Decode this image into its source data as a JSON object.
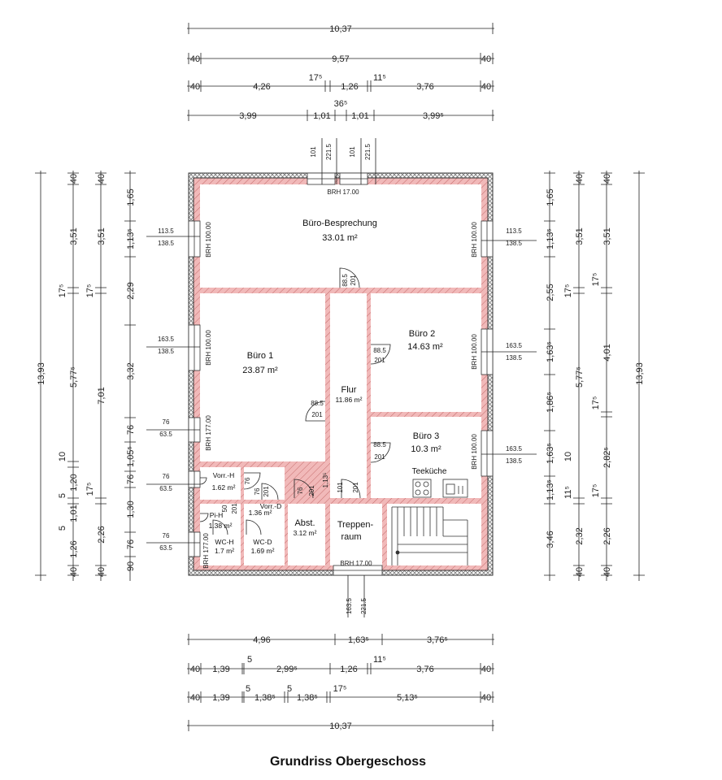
{
  "title": "Grundriss Obergeschoss",
  "colors": {
    "wall_fill": "#f1b9b9",
    "wall_hatch": "#c46b6b",
    "ink": "#222222"
  },
  "rooms": {
    "buero_besprechung": {
      "name": "Büro-Besprechung",
      "area": "33.01 m²"
    },
    "buero1": {
      "name": "Büro 1",
      "area": "23.87 m²"
    },
    "buero2": {
      "name": "Büro 2",
      "area": "14.63 m²"
    },
    "buero3": {
      "name": "Büro 3",
      "area": "10.3 m²"
    },
    "flur": {
      "name": "Flur",
      "area": "11.86 m²"
    },
    "vorr_h": {
      "name": "Vorr.-H",
      "area": "1.62 m²"
    },
    "vorr_d": {
      "name": "Vorr.-D",
      "area": "1.36 m²"
    },
    "pi_h": {
      "name": "Pi-H",
      "area": "1.38 m²"
    },
    "wc_h": {
      "name": "WC-H",
      "area": "1.7 m²"
    },
    "wc_d": {
      "name": "WC-D",
      "area": "1.69 m²"
    },
    "abst": {
      "name": "Abst.",
      "area": "3.12 m²"
    },
    "treppe_1": "Treppen-",
    "treppe_2": "raum",
    "teekueche": "Teeküche"
  },
  "labels": {
    "brh1700": "BRH 17.00",
    "brh10000": "BRH 100.00",
    "brh17700": "BRH 177.00",
    "v101": "101",
    "v2215": "221.5",
    "v1135": "113.5",
    "v1385": "138.5",
    "v1635": "163.5",
    "v76": "76",
    "v635": "63.5",
    "v885": "88.5",
    "v201": "201",
    "v50": "50",
    "v1135s": "1,13⁵"
  },
  "dims_top": {
    "r1": [
      "10,37"
    ],
    "r2": [
      "40",
      "9,57",
      "40"
    ],
    "r3": [
      "40",
      "4,26",
      "17⁵",
      "1,26",
      "11⁵",
      "3,76",
      "40"
    ],
    "r4": [
      "3,99",
      "36⁵",
      "1,01",
      "1,01",
      "3,99⁵"
    ]
  },
  "dims_bottom": {
    "r1": [
      "4,96",
      "1,63⁵",
      "3,76⁵"
    ],
    "r2": [
      "40",
      "1,39",
      "5",
      "2,99⁵",
      "1,26",
      "11⁵",
      "3,76",
      "40"
    ],
    "r3": [
      "40",
      "1,39",
      "5",
      "1,38⁵",
      "5",
      "1,38⁵",
      "17⁵",
      "5,13⁵",
      "40"
    ],
    "r4": [
      "10,37"
    ]
  },
  "dims_left": {
    "c1": [
      "13,93"
    ],
    "c2": [
      "40",
      "3,51",
      "17⁵",
      "5,77⁵",
      "10",
      "5",
      "5",
      "1,26",
      "40"
    ],
    "c3": [
      "40",
      "3,51",
      "17⁵",
      "7,01",
      "17⁵",
      "2,26",
      "40"
    ],
    "c4": [
      "1,65",
      "1,13⁵",
      "2,29",
      "3,32",
      "76",
      "1,05⁵",
      "76",
      "1,30",
      "76",
      "90"
    ],
    "c2b": [
      "1,20",
      "1,01"
    ]
  },
  "dims_right": {
    "c1": [
      "1,65",
      "1,13⁵",
      "2,55",
      "1,63⁵",
      "1,86⁵",
      "1,63⁵",
      "1,13⁵",
      "3,46"
    ],
    "c2": [
      "40",
      "3,51",
      "17⁵",
      "5,77⁵",
      "10",
      "11⁵",
      "2,32",
      "40"
    ],
    "c3": [
      "40",
      "3,51",
      "17⁵",
      "4,01",
      "17⁵",
      "2,82⁵",
      "17⁵",
      "2,26",
      "40"
    ],
    "c4": [
      "13,93"
    ]
  }
}
